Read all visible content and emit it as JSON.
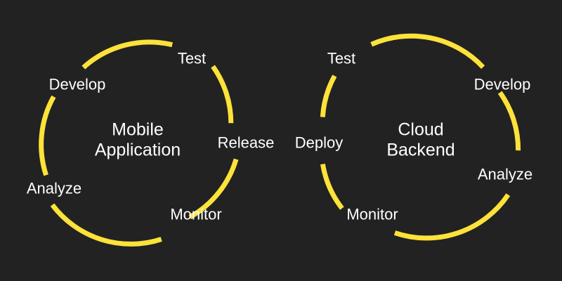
{
  "accent_color": "#fde23a",
  "background_color": "#222222",
  "left_cycle": {
    "title_line1": "Mobile",
    "title_line2": "Application",
    "stages": {
      "test": "Test",
      "release": "Release",
      "monitor": "Monitor",
      "analyze": "Analyze",
      "develop": "Develop"
    }
  },
  "right_cycle": {
    "title_line1": "Cloud",
    "title_line2": "Backend",
    "stages": {
      "test": "Test",
      "develop": "Develop",
      "analyze": "Analyze",
      "monitor": "Monitor",
      "deploy": "Deploy"
    }
  }
}
